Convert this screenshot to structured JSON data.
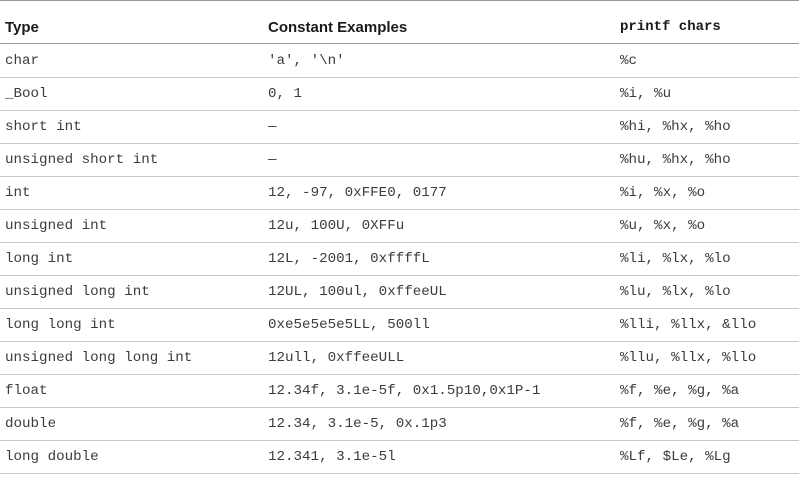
{
  "table": {
    "headers": {
      "type": "Type",
      "constant_examples": "Constant Examples",
      "printf_chars": "printf chars"
    },
    "rows": [
      {
        "type": "char",
        "examples": "'a', '\\n'",
        "printf": "%c"
      },
      {
        "type": "_Bool",
        "examples": "0, 1",
        "printf": "%i, %u"
      },
      {
        "type": "short int",
        "examples": "—",
        "printf": "%hi, %hx, %ho"
      },
      {
        "type": "unsigned short int",
        "examples": "—",
        "printf": "%hu, %hx, %ho"
      },
      {
        "type": "int",
        "examples": "12, -97, 0xFFE0, 0177",
        "printf": "%i, %x, %o"
      },
      {
        "type": "unsigned int",
        "examples": "12u, 100U, 0XFFu",
        "printf": "%u, %x, %o"
      },
      {
        "type": "long int",
        "examples": "12L, -2001, 0xffffL",
        "printf": "%li, %lx, %lo"
      },
      {
        "type": "unsigned long int",
        "examples": "12UL, 100ul, 0xffeeUL",
        "printf": "%lu, %lx, %lo"
      },
      {
        "type": "long long int",
        "examples": "0xe5e5e5e5LL, 500ll",
        "printf": "%lli, %llx, &llo"
      },
      {
        "type": "unsigned long long int",
        "examples": "12ull, 0xffeeULL",
        "printf": "%llu, %llx, %llo"
      },
      {
        "type": "float",
        "examples": "12.34f, 3.1e-5f,  0x1.5p10,0x1P-1",
        "printf": "%f, %e, %g,  %a"
      },
      {
        "type": "double",
        "examples": "12.34, 3.1e-5,  0x.1p3",
        "printf": "%f, %e, %g,  %a"
      },
      {
        "type": "long double",
        "examples": "12.341, 3.1e-5l",
        "printf": "%Lf, $Le, %Lg"
      }
    ]
  }
}
